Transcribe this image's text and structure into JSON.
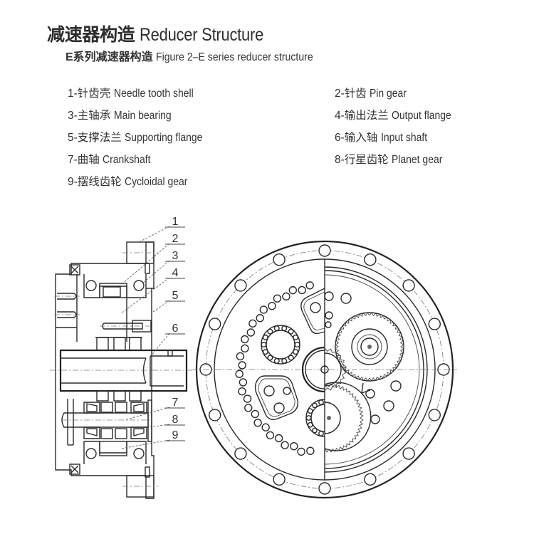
{
  "header": {
    "title_cn": "减速器构造",
    "title_en": "Reducer Structure",
    "subtitle_cn": "E系列减速器构造",
    "subtitle_en": "Figure 2–E series reducer structure"
  },
  "legend": {
    "items": [
      {
        "num": "1",
        "cn": "针齿壳",
        "en": "Needle tooth shell"
      },
      {
        "num": "2",
        "cn": "针齿",
        "en": "Pin gear"
      },
      {
        "num": "3",
        "cn": "主轴承",
        "en": "Main bearing"
      },
      {
        "num": "4",
        "cn": "输出法兰",
        "en": "Output flange"
      },
      {
        "num": "5",
        "cn": "支撑法兰",
        "en": "Supporting flange"
      },
      {
        "num": "6",
        "cn": "输入轴",
        "en": "Input shaft"
      },
      {
        "num": "7",
        "cn": "曲轴",
        "en": "Crankshaft"
      },
      {
        "num": "8",
        "cn": "行星齿轮",
        "en": "Planet gear"
      },
      {
        "num": "9",
        "cn": "摆线齿轮",
        "en": "Cycloidal gear"
      }
    ]
  },
  "figure": {
    "side_view_callouts": [
      "1",
      "2",
      "3",
      "4",
      "5",
      "6",
      "7",
      "8",
      "9"
    ],
    "front_view": {
      "outer_bolt_count": 16,
      "pin_count_visible": 28,
      "planet_gear_count": 2,
      "crankshaft_bearing_count": 2
    },
    "line_color": "#2a2a2a"
  }
}
